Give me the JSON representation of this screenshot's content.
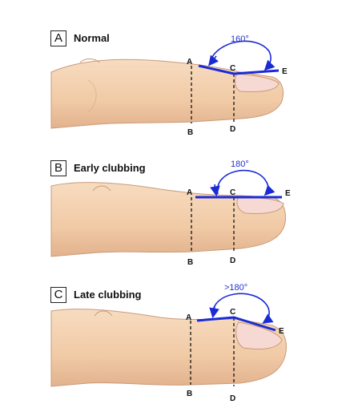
{
  "panels": [
    {
      "letter": "A",
      "title": "Normal",
      "angle": "160°",
      "points": {
        "a": "A",
        "b": "B",
        "c": "C",
        "d": "D",
        "e": "E"
      }
    },
    {
      "letter": "B",
      "title": "Early clubbing",
      "angle": "180°",
      "points": {
        "a": "A",
        "b": "B",
        "c": "C",
        "d": "D",
        "e": "E"
      }
    },
    {
      "letter": "C",
      "title": "Late clubbing",
      "angle": ">180°",
      "points": {
        "a": "A",
        "b": "B",
        "c": "C",
        "d": "D",
        "e": "E"
      }
    }
  ],
  "colors": {
    "skin": "#f3cfae",
    "skin_shadow": "#d9a986",
    "nail": "#f6d9d2",
    "angle_line": "#1a2bd6",
    "guide": "#111111"
  }
}
